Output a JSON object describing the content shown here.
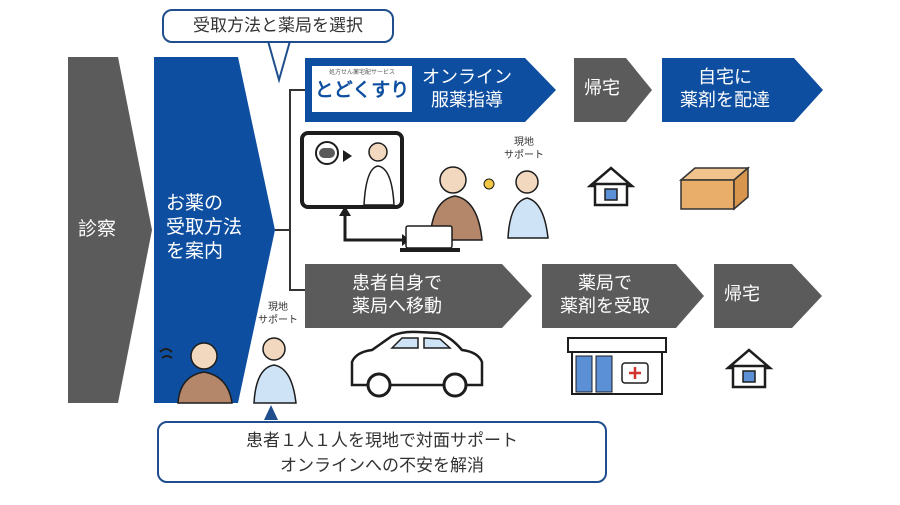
{
  "colors": {
    "blue": "#0e4ea0",
    "gray": "#5b5b5b",
    "border": "#1f4e8c",
    "box": "#e9ae6a",
    "window": "#cfe3f6"
  },
  "top_callout": "受取方法と薬局を選択",
  "bottom_callout": {
    "line1": "患者１人１人を現地で対面サポート",
    "line2": "オンラインへの不安を解消"
  },
  "steps": {
    "exam": "診察",
    "guide": {
      "line1": "お薬の",
      "line2": "受取方法",
      "line3": "を案内"
    },
    "online": {
      "line1": "オンライン",
      "line2": "服薬指導"
    },
    "home1": "帰宅",
    "deliver": {
      "line1": "自宅に",
      "line2": "薬剤を配達"
    },
    "move": {
      "line1": "患者自身で",
      "line2": "薬局へ移動"
    },
    "receive": {
      "line1": "薬局で",
      "line2": "薬剤を受取"
    },
    "home2": "帰宅"
  },
  "logo": {
    "name": "とどくすり",
    "tagline": "処方せん薬宅配サービス"
  },
  "support_label": {
    "line1": "現地",
    "line2": "サポート"
  },
  "icons": [
    "tablet-icon",
    "pill-icon",
    "pharmacist-icon",
    "laptop-icon",
    "patient-icon",
    "supporter-icon",
    "lightbulb-icon",
    "house-icon",
    "parcel-icon",
    "car-icon",
    "pharmacy-icon"
  ]
}
